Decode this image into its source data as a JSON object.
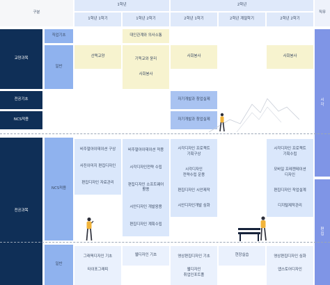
{
  "header": {
    "col_label": "구분",
    "year1": "1학년",
    "year2": "2학년",
    "right": "직무",
    "terms": [
      "1학년 1학기",
      "1학년 2학기",
      "2학년 1학기",
      "2학년 계절학기",
      "2학년 2학기"
    ]
  },
  "left": {
    "culture": "교양과목",
    "career": "전공기초",
    "ncs": "NCS적용",
    "major": "전공과목"
  },
  "sub": {
    "job_basic": "직업기초",
    "general": "일반",
    "ncs_apply": "NCS적용",
    "general2": "일반"
  },
  "right_side": {
    "upper": "시\n각",
    "lower": "편\n집"
  },
  "culture": {
    "job_basic_y1s2": "대인관계와 의사소통",
    "general_y1s1": "선택교양",
    "general_y1s2": "기독교와 윤리\n\n\n사회봉사",
    "general_y2s1": "사회봉사",
    "general_y2s2": "사회봉사"
  },
  "career": {
    "y2s1": "자기개발과 창업실제"
  },
  "ncs_row": {
    "y2s1": "자기개발과 창업실제"
  },
  "major_ncs": {
    "y1s1": [
      "비주얼아이데이션 구상",
      "사진이미지 편집디자인",
      "편집디자인 자료관리"
    ],
    "y1s2": [
      "비주얼아이데이션 적용",
      "시각디자인전략 수립",
      "편집디자인 소프트웨어\n활용",
      "시안디자인 개발응용",
      "편집디자인 계획수립"
    ],
    "y2s1": [
      "시각디자인 프로젝트\n기획구상",
      "시각디자인\n전략수립 운용",
      "편집디자인 시안제작",
      "시안디자인개발 심화"
    ],
    "y2s2": [
      "시각디자인 프로젝트\n기획수립",
      "모바일 프레젠테이션\n디자인",
      "편집디자인 작업설계",
      "디지털제작관리"
    ]
  },
  "major_general": {
    "y1s1": [
      "그래픽디자인 기초",
      "타이포그래피"
    ],
    "y1s2": [
      "웹디자인 기초"
    ],
    "y2s1": [
      "영상편집디자인 기초",
      "웹디자인\n취업인포트폴"
    ],
    "ys": [
      "현장실습"
    ],
    "y2s2": [
      "영상편집디자인 심화",
      "앱스토어디자인"
    ]
  }
}
